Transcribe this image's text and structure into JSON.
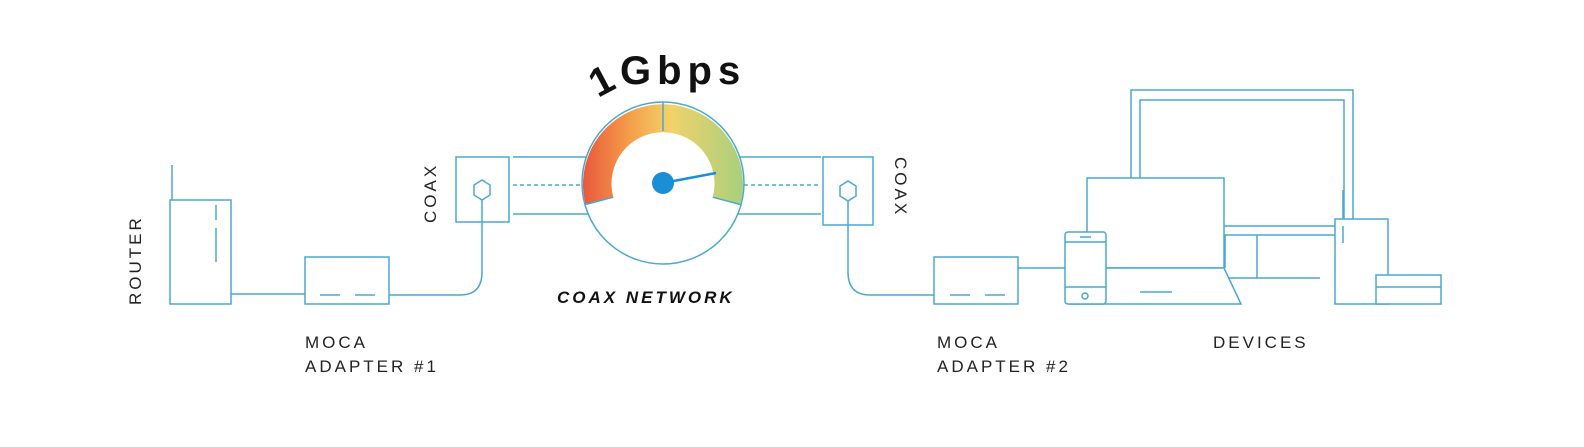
{
  "labels": {
    "router": "ROUTER",
    "moca1_line1": "MOCA",
    "moca1_line2": "ADAPTER #1",
    "coax_left": "COAX",
    "coax_right": "COAX",
    "speed_digit": "1",
    "speed_unit": "Gbps",
    "network": "COAX NETWORK",
    "moca2_line1": "MOCA",
    "moca2_line2": "ADAPTER #2",
    "devices": "DEVICES"
  },
  "colors": {
    "line": "#4aa8cf",
    "needle_hub": "#1a8fd6",
    "gauge_red": "#e9583c",
    "gauge_orange": "#f5a04a",
    "gauge_yellow": "#f1d36a",
    "gauge_green": "#a9cf7e"
  },
  "icons": [
    "router-icon",
    "adapter-icon",
    "coax-outlet-icon",
    "speedometer-icon",
    "phone-icon",
    "laptop-icon",
    "monitor-icon",
    "desktop-tower-icon",
    "set-top-box-icon"
  ]
}
